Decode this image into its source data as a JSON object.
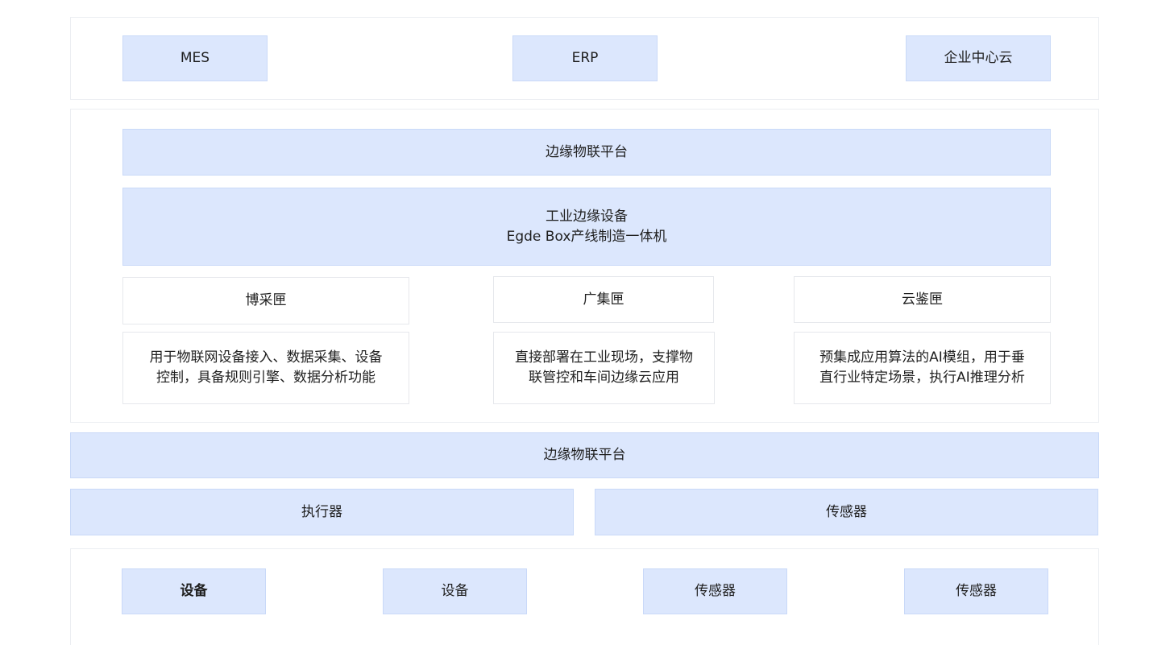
{
  "top": {
    "items": [
      "MES",
      "ERP",
      "企业中心云"
    ]
  },
  "edge": {
    "platform": "边缘物联平台",
    "device_line1": "工业边缘设备",
    "device_line2": "Egde Box产线制造一体机",
    "modules": [
      {
        "name": "博采匣",
        "desc_line1": "用于物联网设备接入、数据采集、设备",
        "desc_line2": "控制，具备规则引擎、数据分析功能"
      },
      {
        "name": "广集匣",
        "desc_line1": "直接部署在工业现场，支撑物",
        "desc_line2": "联管控和车间边缘云应用"
      },
      {
        "name": "云鉴匣",
        "desc_line1": "预集成应用算法的AI模组，用于垂",
        "desc_line2": "直行业特定场景，执行AI推理分析"
      }
    ]
  },
  "platform": "边缘物联平台",
  "middle": [
    "执行器",
    "传感器"
  ],
  "bottom": [
    "设备",
    "设备",
    "传感器",
    "传感器"
  ],
  "colors": {
    "box_fill": "#dce7fd",
    "box_border": "#c9d9f8",
    "panel_border": "#eceef2"
  }
}
